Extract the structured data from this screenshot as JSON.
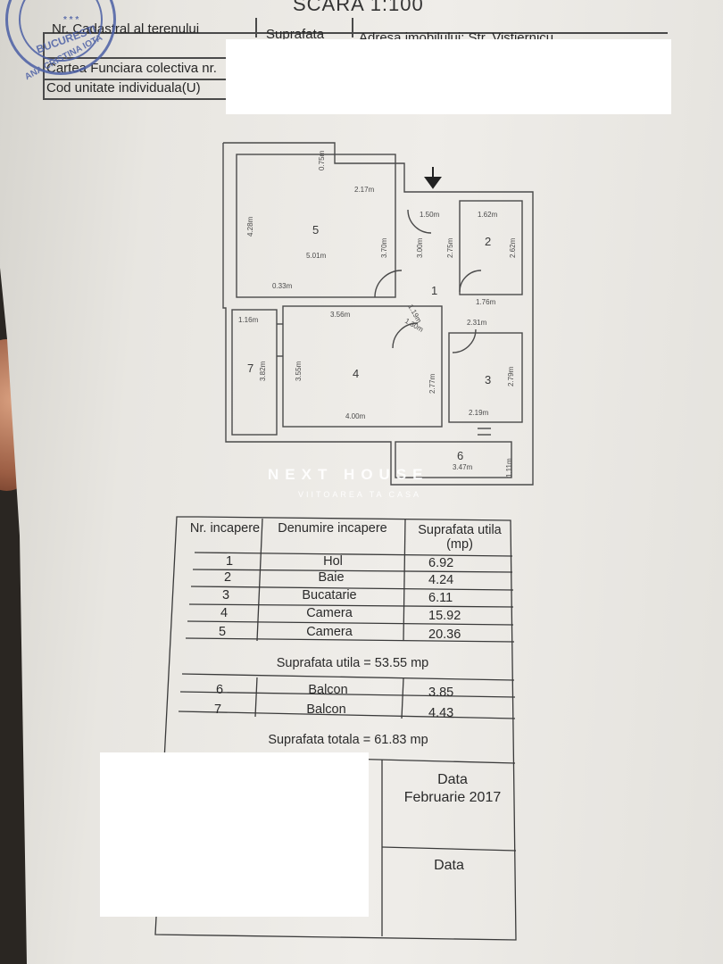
{
  "header": {
    "scale_title": "SCARA 1:100",
    "cadastral_label": "Nr. Cadastral al terenului",
    "surface_label": "Suprafata",
    "address_label": "Adresa imobilului: Str. Vistiernicu",
    "land_book_label": "Cartea Funciara colectiva nr.",
    "unit_code_label": "Cod unitate individuala(U)"
  },
  "stamp": {
    "text_top": "BUCURESTI",
    "text_bottom": "ANA CRISTINA IOTA",
    "stars": "* * *"
  },
  "floor_plan": {
    "rooms": [
      {
        "id": "1"
      },
      {
        "id": "2"
      },
      {
        "id": "3"
      },
      {
        "id": "4"
      },
      {
        "id": "5"
      },
      {
        "id": "6"
      },
      {
        "id": "7"
      }
    ],
    "dimensions": {
      "d_075": "0.75m",
      "d_217": "2.17m",
      "d_428": "4.28m",
      "d_501": "5.01m",
      "d_370": "3.70m",
      "d_300": "3.00m",
      "d_150": "1.50m",
      "d_275": "2.75m",
      "d_162": "1.62m",
      "d_262": "2.62m",
      "d_176": "1.76m",
      "d_231": "2.31m",
      "d_119": "1.19m",
      "d_130": "1.30m",
      "d_116": "1.16m",
      "d_356": "3.56m",
      "d_382": "3.82m",
      "d_355": "3.55m",
      "d_277": "2.77m",
      "d_400": "4.00m",
      "d_279": "2.79m",
      "d_219": "2.19m",
      "d_347": "3.47m",
      "d_111": "1.11m",
      "d_033": "0.33m"
    }
  },
  "watermark": {
    "brand": "NEXT HOUSE",
    "tagline": "VIITOAREA TA CASA"
  },
  "table": {
    "headers": {
      "nr": "Nr. incapere",
      "name": "Denumire incapere",
      "area": "Suprafata utila (mp)"
    },
    "rooms": [
      {
        "nr": "1",
        "name": "Hol",
        "area": "6.92"
      },
      {
        "nr": "2",
        "name": "Baie",
        "area": "4.24"
      },
      {
        "nr": "3",
        "name": "Bucatarie",
        "area": "6.11"
      },
      {
        "nr": "4",
        "name": "Camera",
        "area": "15.92"
      },
      {
        "nr": "5",
        "name": "Camera",
        "area": "20.36"
      }
    ],
    "useful_total": "Suprafata utila = 53.55 mp",
    "balconies": [
      {
        "nr": "6",
        "name": "Balcon",
        "area": "3.85"
      },
      {
        "nr": "7",
        "name": "Balcon",
        "area": "4.43"
      }
    ],
    "grand_total": "Suprafata totala = 61.83 mp",
    "date_label_1": "Data",
    "date_value": "Februarie 2017",
    "date_label_2": "Data"
  }
}
